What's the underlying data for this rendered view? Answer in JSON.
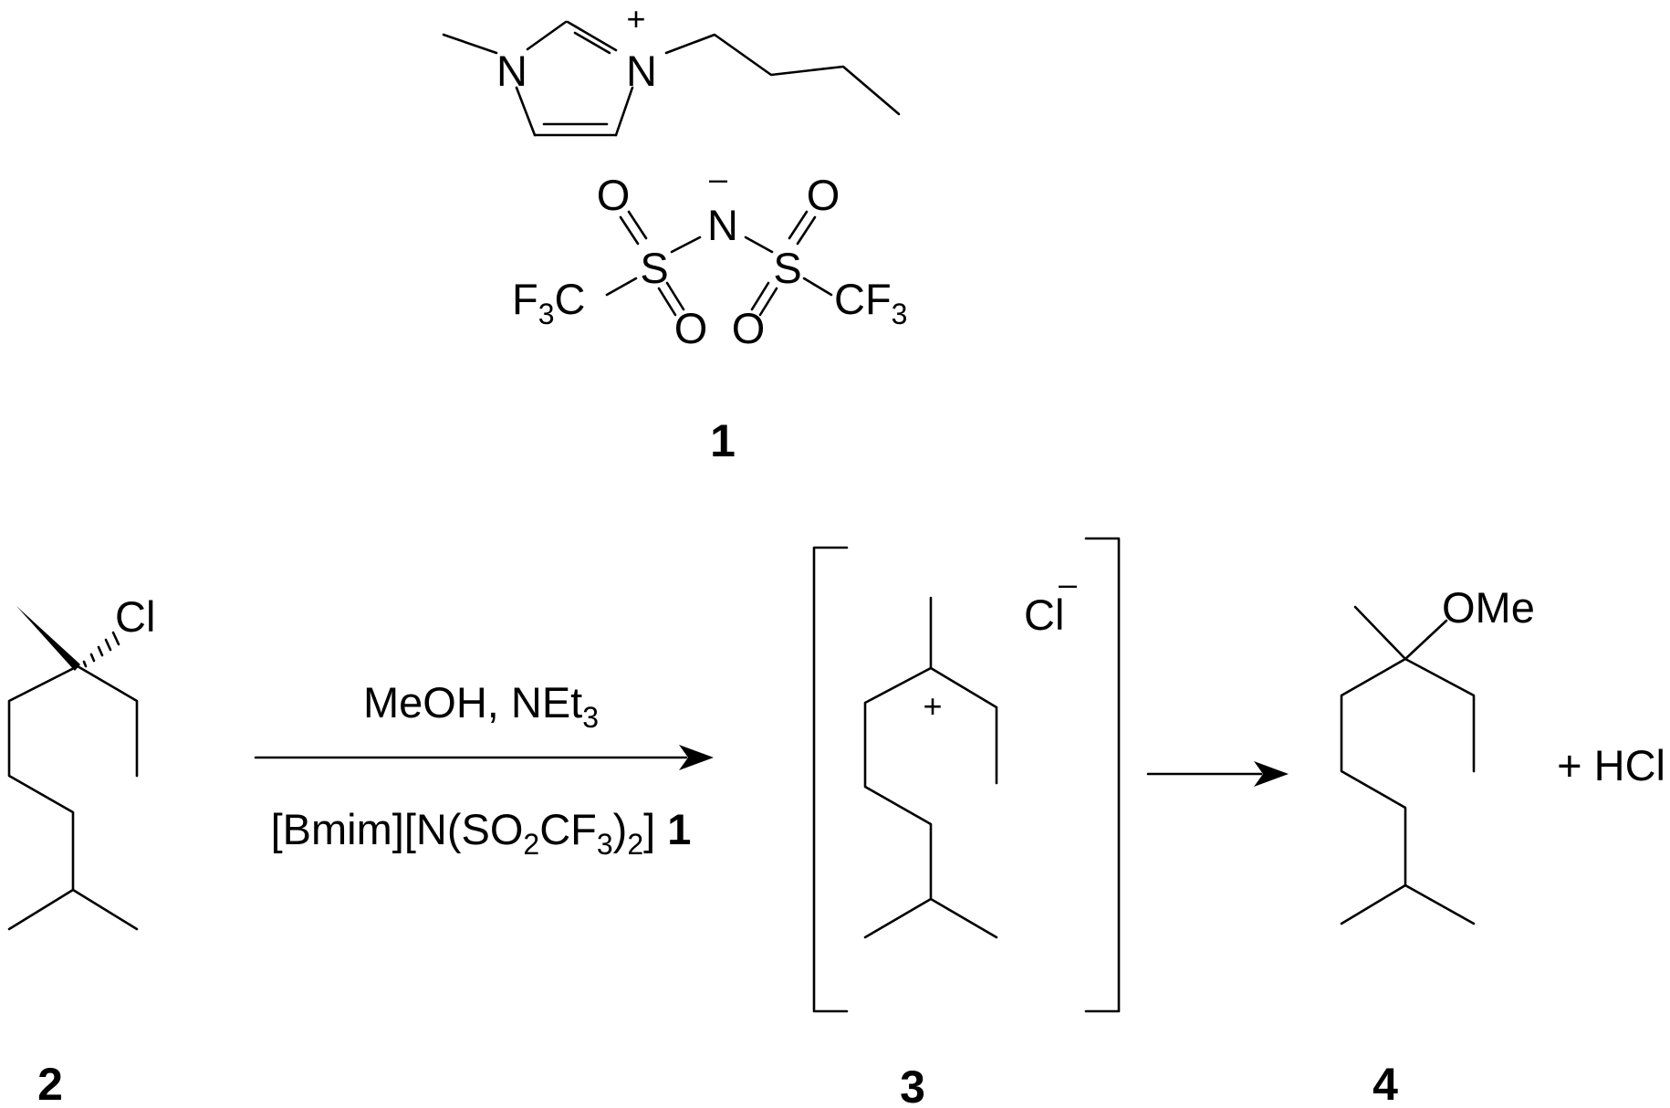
{
  "compounds": [
    {
      "id": "1",
      "label": "1",
      "name": "[Bmim][N(SO2CF3)2]"
    },
    {
      "id": "2",
      "label": "2"
    },
    {
      "id": "3",
      "label": "3"
    },
    {
      "id": "4",
      "label": "4"
    }
  ],
  "atoms": {
    "n": "N",
    "s": "S",
    "o": "O",
    "f3c_main": "F",
    "f3c_sub": "3",
    "f3c_end": "C",
    "cf3_main": "CF",
    "cf3_sub": "3",
    "cl": "Cl",
    "ome": "OMe",
    "plus": "+",
    "minus": "–"
  },
  "reaction": {
    "reagents_line1_main": "MeOH, NEt",
    "reagents_line1_sub": "3",
    "reagents_line2": {
      "p1": "[Bmim][N(SO",
      "s1": "2",
      "p2": "CF",
      "s2": "3",
      "p3": ")",
      "s3": "2",
      "p4": "] ",
      "bold_ref": "1"
    },
    "byproduct": "+ HCl"
  },
  "colors": {
    "ink": "#000000",
    "background": "#ffffff"
  }
}
